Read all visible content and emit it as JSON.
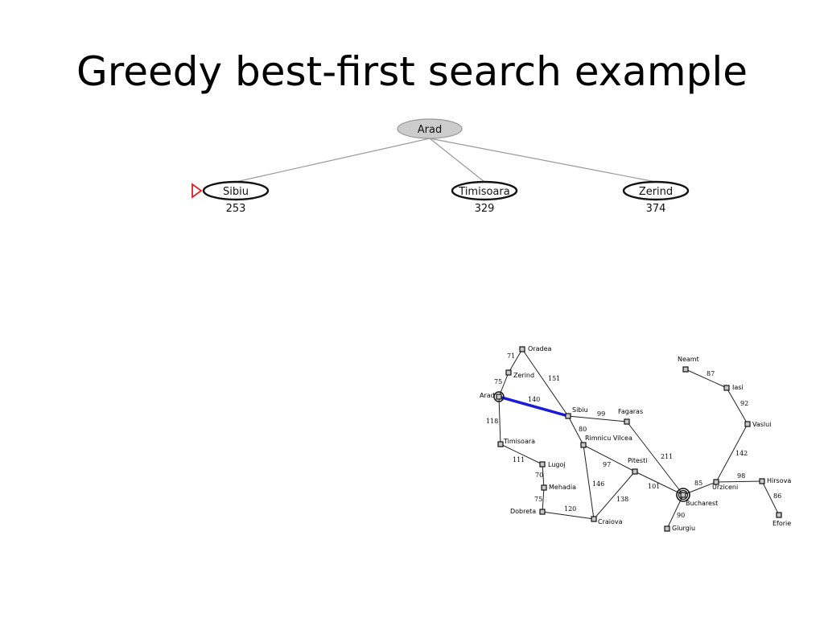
{
  "slide": {
    "title": "Greedy best-first search example"
  },
  "tree": {
    "root": {
      "label": "Arad"
    },
    "children": [
      {
        "label": "Sibiu",
        "h": "253",
        "selected": true
      },
      {
        "label": "Timisoara",
        "h": "329"
      },
      {
        "label": "Zerind",
        "h": "374"
      }
    ]
  },
  "map": {
    "cities": {
      "oradea": "Oradea",
      "zerind": "Zerind",
      "arad": "Arad",
      "sibiu": "Sibiu",
      "fagaras": "Fagaras",
      "timisoara": "Timisoara",
      "rimnicu": "Rimnicu Vilcea",
      "pitesti": "Pitesti",
      "lugoj": "Lugoj",
      "mehadia": "Mehadia",
      "dobreta": "Dobreta",
      "craiova": "Craiova",
      "bucharest": "Bucharest",
      "giurgiu": "Giurgiu",
      "urziceni": "Urziceni",
      "hirsova": "Hirsova",
      "eforie": "Eforie",
      "vaslui": "Vaslui",
      "iasi": "Iasi",
      "neamt": "Neamt"
    },
    "distances": {
      "oradea_zerind": "71",
      "zerind_arad": "75",
      "oradea_sibiu": "151",
      "arad_sibiu": "140",
      "arad_timisoara": "118",
      "sibiu_fagaras": "99",
      "sibiu_rimnicu": "80",
      "fagaras_bucharest": "211",
      "timisoara_lugoj": "111",
      "lugoj_mehadia": "70",
      "mehadia_dobreta": "75",
      "dobreta_craiova": "120",
      "rimnicu_pitesti": "97",
      "rimnicu_craiova": "146",
      "pitesti_craiova": "138",
      "pitesti_bucharest": "101",
      "bucharest_giurgiu": "90",
      "bucharest_urziceni": "85",
      "urziceni_hirsova": "98",
      "hirsova_eforie": "86",
      "urziceni_vaslui": "142",
      "vaslui_iasi": "92",
      "iasi_neamt": "87"
    },
    "colors": {
      "highlight_edge": "#1a1adb",
      "edge": "#222222",
      "node_fill": "#c8c8c8"
    }
  }
}
